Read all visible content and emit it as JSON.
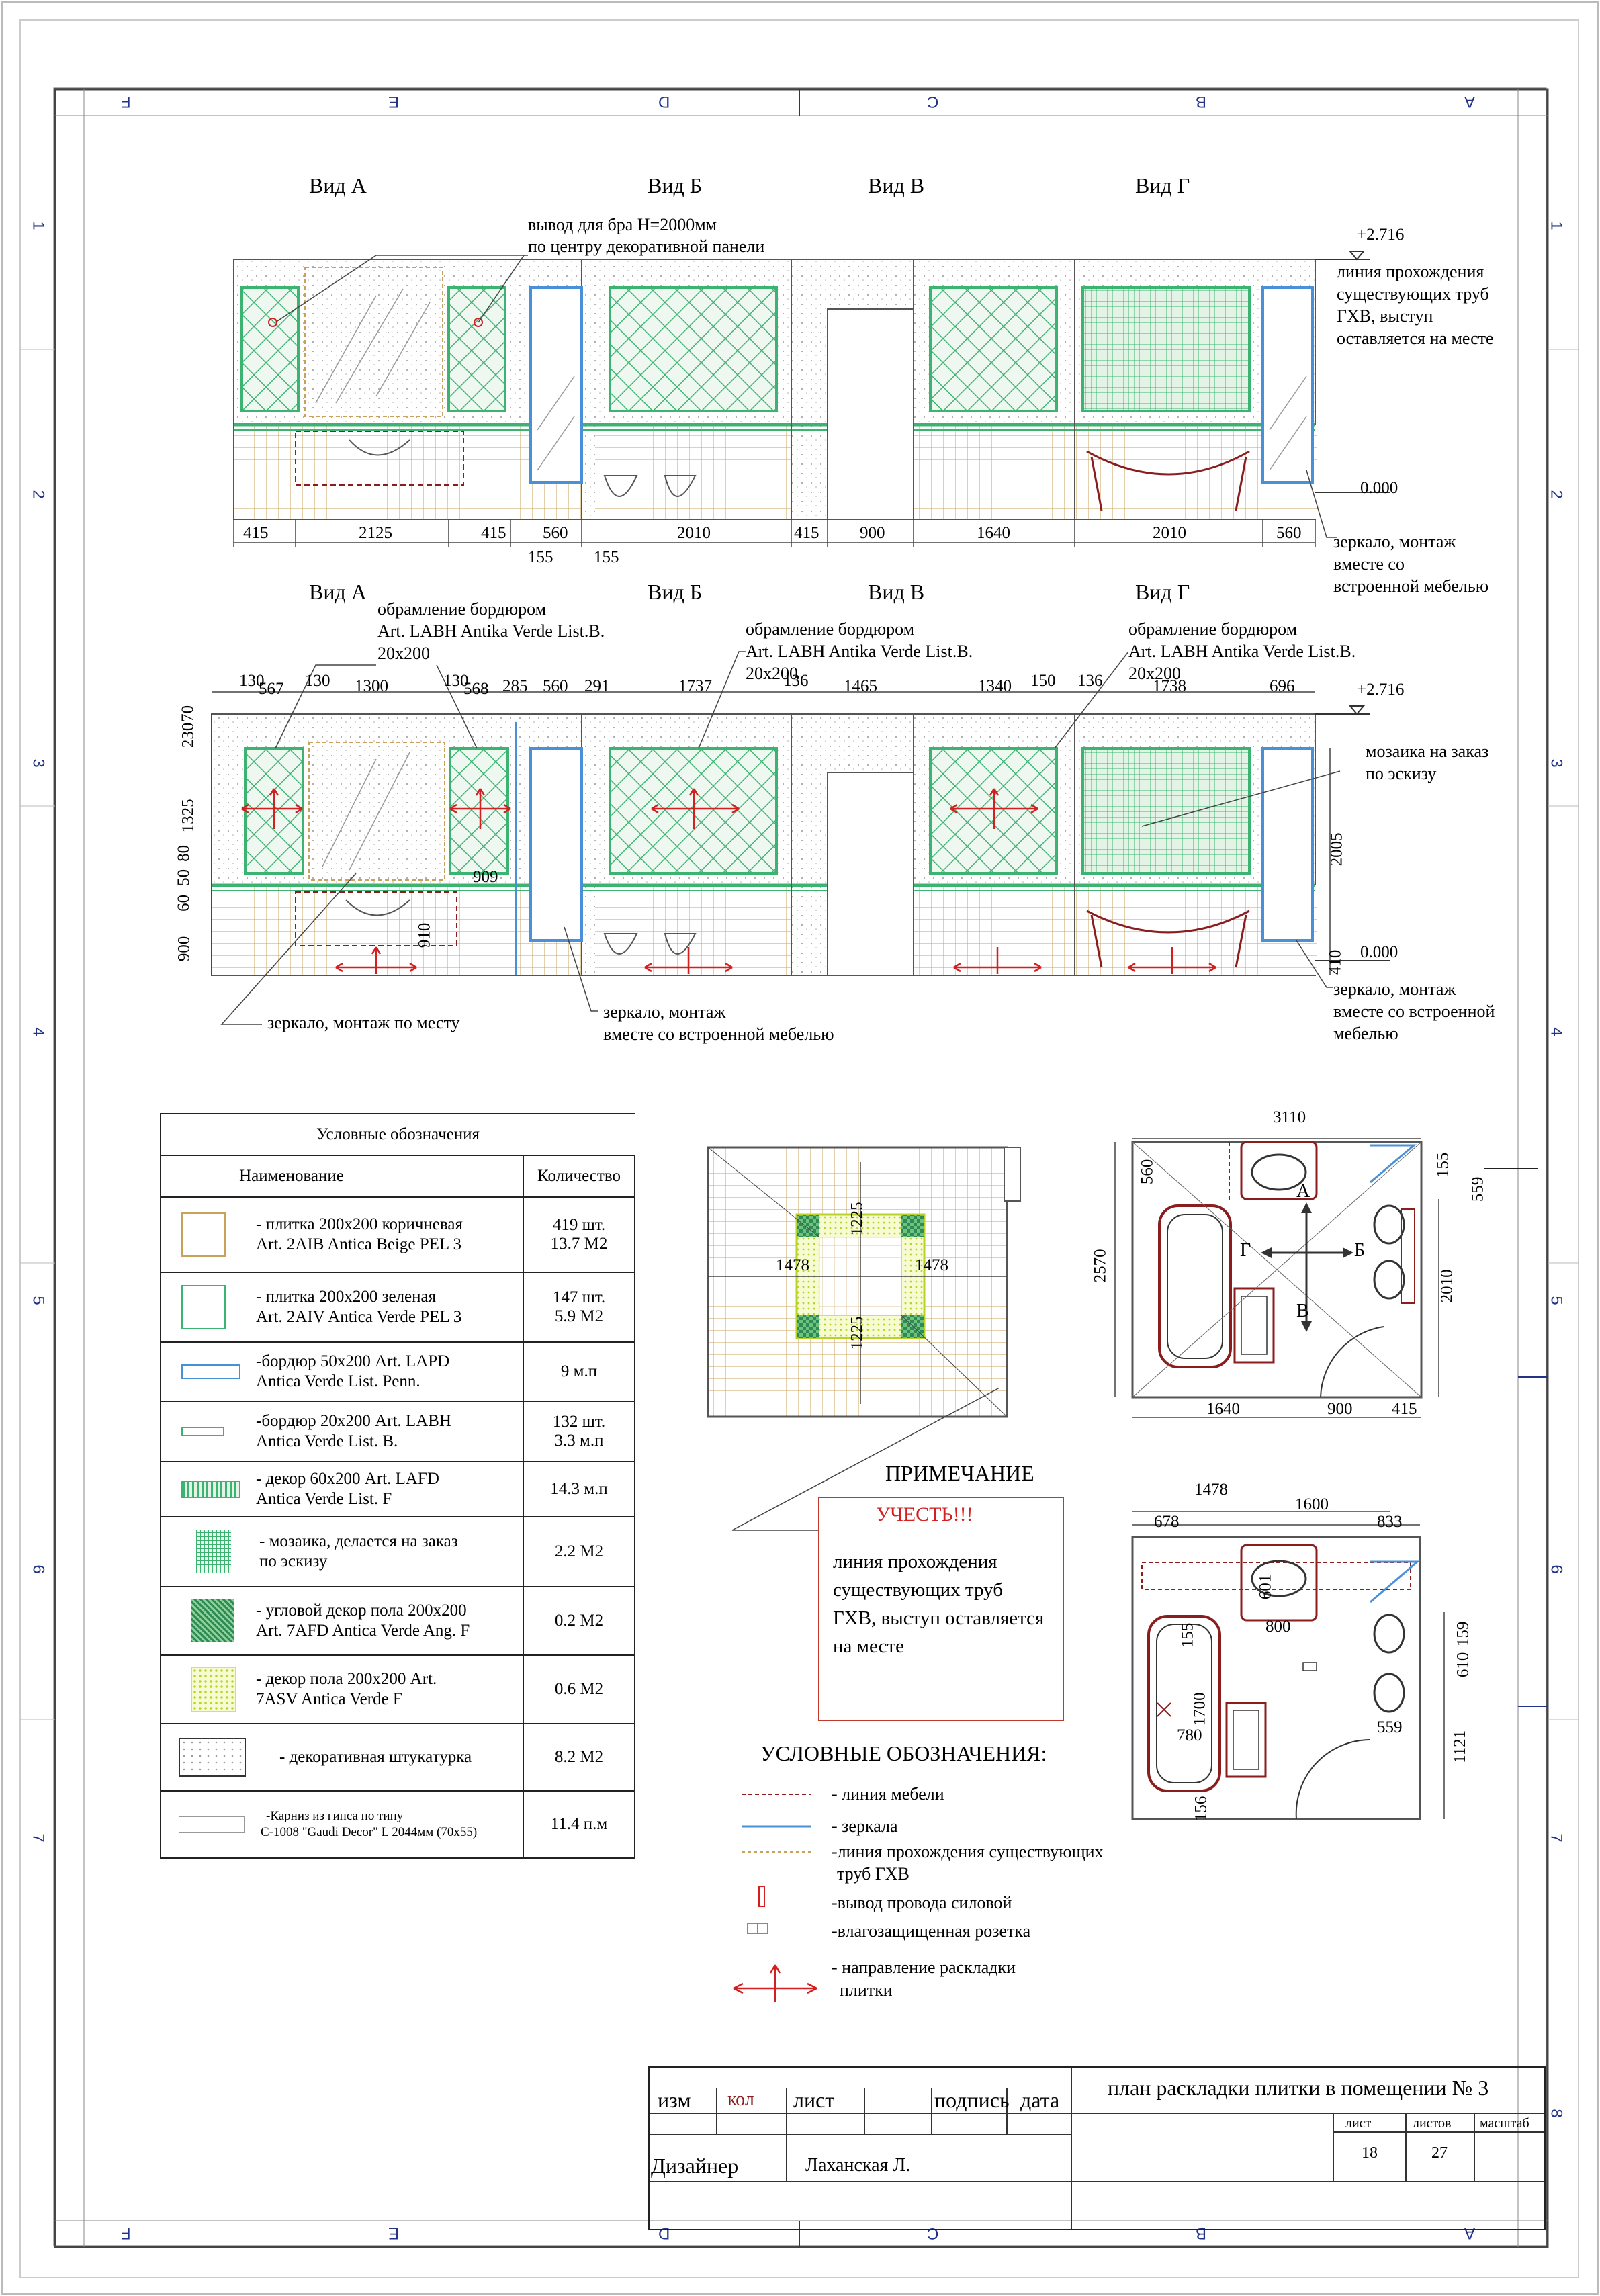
{
  "frame": {
    "col_marks": [
      "F",
      "E",
      "D",
      "C",
      "B",
      "A"
    ],
    "row_marks": [
      "1",
      "2",
      "3",
      "4",
      "5",
      "6",
      "7",
      "8"
    ]
  },
  "top_elev": {
    "views": [
      "Вид А",
      "Вид Б",
      "Вид В",
      "Вид Г"
    ],
    "note_bra": [
      "вывод для бра Н=2000мм",
      "по центру декоративной панели"
    ],
    "level_top": "+2.716",
    "level_zero": "0.000",
    "note_pipes": [
      "линия прохождения",
      "существующих труб",
      "ГХВ, выступ",
      "оставляется на месте"
    ],
    "note_mirror": [
      "зеркало, монтаж",
      "вместе со",
      "встроенной мебелью"
    ],
    "dims": [
      "415",
      "2125",
      "415",
      "560",
      "2010",
      "415",
      "900",
      "1640",
      "2010",
      "560"
    ],
    "dims_small": [
      "155",
      "155"
    ]
  },
  "bot_elev": {
    "views": [
      "Вид А",
      "Вид Б",
      "Вид В",
      "Вид Г"
    ],
    "border_notes": [
      [
        "обрамление бордюром",
        "Art. LABH Antika Verde List.B. 20x200"
      ],
      [
        "обрамление бордюром",
        "Art. LABH Antika Verde List.B. 20x200"
      ],
      [
        "обрамление бордюром",
        "Art. LABH Antika Verde List.B. 20x200"
      ]
    ],
    "top_dims": [
      "130",
      "567",
      "130",
      "1300",
      "130",
      "568",
      "285",
      "560",
      "291",
      "1737",
      "136",
      "1465",
      "1340",
      "150",
      "136",
      "1738",
      "696"
    ],
    "side_dims": [
      "70",
      "230",
      "1325",
      "80",
      "50",
      "60",
      "900"
    ],
    "inner_dims": [
      "909",
      "910",
      "2005",
      "410"
    ],
    "level_top": "+2.716",
    "level_zero": "0.000",
    "note_mosaic": [
      "мозаика  на  заказ",
      "по эскизу"
    ],
    "note_mirror_left": "зеркало, монтаж по месту",
    "note_mirror_mid": [
      "зеркало, монтаж",
      "вместе со встроенной мебелью"
    ],
    "note_mirror_right": [
      "зеркало, монтаж",
      "вместе со встроенной",
      "мебелью"
    ]
  },
  "legend": {
    "title": "Условные обозначения",
    "col_name": "Наименование",
    "col_qty": "Количество",
    "rows": [
      {
        "name": [
          "- плитка 200х200 коричневая",
          "Art. 2AIB Antica Beige PEL 3"
        ],
        "qty": [
          "419 шт.",
          "13.7 М2"
        ]
      },
      {
        "name": [
          "- плитка 200х200 зеленая",
          "Art. 2AIV Antica Verde PEL 3"
        ],
        "qty": [
          "147 шт.",
          "5.9 М2"
        ]
      },
      {
        "name": [
          "-бордюр 50х200 Art. LAPD",
          "Antica Verde List. Penn."
        ],
        "qty": [
          "9 м.п"
        ]
      },
      {
        "name": [
          "-бордюр 20х200 Art. LABH",
          "Antica Verde List. B."
        ],
        "qty": [
          "132 шт.",
          "3.3 м.п"
        ]
      },
      {
        "name": [
          "- декор 60х200 Art. LAFD",
          "Antica Verde List. F"
        ],
        "qty": [
          "14.3 м.п"
        ]
      },
      {
        "name": [
          "- мозаика, делается на заказ",
          "по эскизу"
        ],
        "qty": [
          "2.2 М2"
        ]
      },
      {
        "name": [
          "- угловой декор пола 200х200",
          "Art. 7AFD Antica Verde Ang. F"
        ],
        "qty": [
          "0.2 М2"
        ]
      },
      {
        "name": [
          "- декор пола 200х200 Art.",
          "7ASV Antica Verde F"
        ],
        "qty": [
          "0.6 М2"
        ]
      },
      {
        "name": [
          "- декоративная штукатурка"
        ],
        "qty": [
          "8.2 М2"
        ]
      },
      {
        "name": [
          "-Карниз из гипса по типу",
          "С-1008 \"Gaudi Decor\" L 2044мм (70х55)"
        ],
        "qty": [
          "11.4 п.м"
        ]
      }
    ]
  },
  "floor_plan": {
    "dims": [
      "1225",
      "1478",
      "1478",
      "1225"
    ]
  },
  "plan_top": {
    "dims": [
      "3110",
      "560",
      "155",
      "559",
      "2570",
      "2010",
      "1640",
      "900",
      "415"
    ],
    "labels": [
      "А",
      "Б",
      "В",
      "Г"
    ]
  },
  "plan_bottom": {
    "dims": [
      "1478",
      "1600",
      "678",
      "833",
      "601",
      "800",
      "155",
      "1700",
      "780",
      "156",
      "159",
      "610",
      "559",
      "1121"
    ]
  },
  "remark": {
    "title": "ПРИМЕЧАНИЕ",
    "alert": "УЧЕСТЬ!!!",
    "text": [
      "линия прохождения",
      "существующих труб",
      "ГХВ, выступ оставляется",
      "на месте"
    ]
  },
  "symbols": {
    "title": "УСЛОВНЫЕ ОБОЗНАЧЕНИЯ:",
    "items": [
      "- линия мебели",
      "- зеркала",
      "-линия прохождения существующих",
      "труб ГХВ",
      "-вывод провода силовой",
      "-влагозащищенная розетка",
      "- направление раскладки",
      "плитки"
    ]
  },
  "title_block": {
    "izm": "изм",
    "kol": "кол",
    "list": "лист",
    "podpis": "подпись",
    "data": "дата",
    "title": "план раскладки плитки в помещении № 3",
    "h_list": "лист",
    "h_listov": "листов",
    "h_masshtab": "масштаб",
    "v_list": "18",
    "v_listov": "27",
    "role": "Дизайнер",
    "name": "Лаханская Л."
  },
  "colors": {
    "green": "#3cb371",
    "blue": "#4a90d9",
    "red": "#d21f1f",
    "beige": "#c9a15b",
    "furniture": "#8a1d1d",
    "grid": "#223388"
  }
}
